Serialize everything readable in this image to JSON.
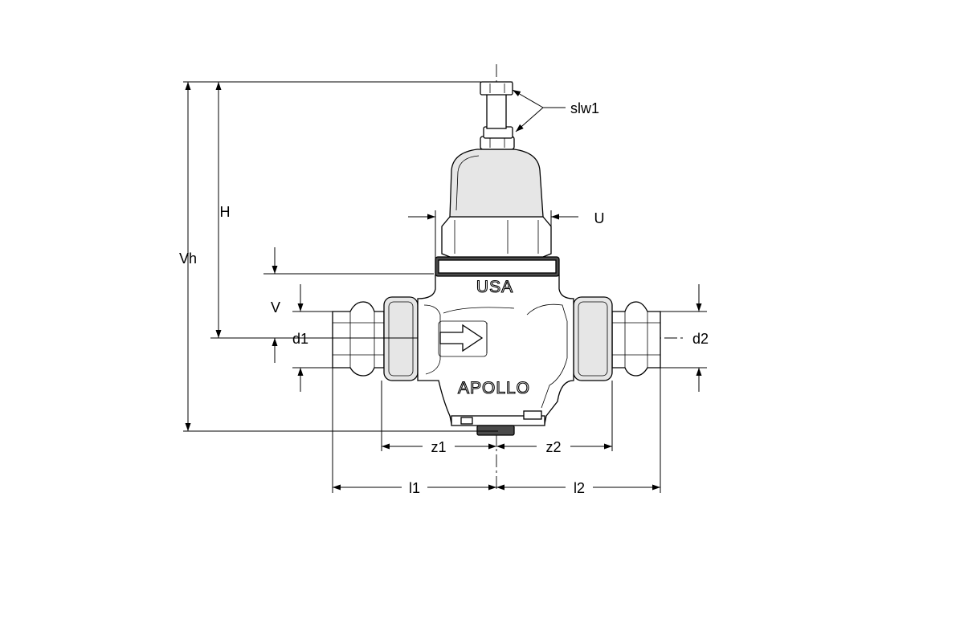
{
  "labels": {
    "slw1": "slw1",
    "H": "H",
    "Vh": "Vh",
    "U": "U",
    "V": "V",
    "d1": "d1",
    "d2": "d2",
    "z1": "z1",
    "z2": "z2",
    "l1": "l1",
    "l2": "l2"
  },
  "body_markings": {
    "top": "USA",
    "bottom": "APOLLO"
  }
}
